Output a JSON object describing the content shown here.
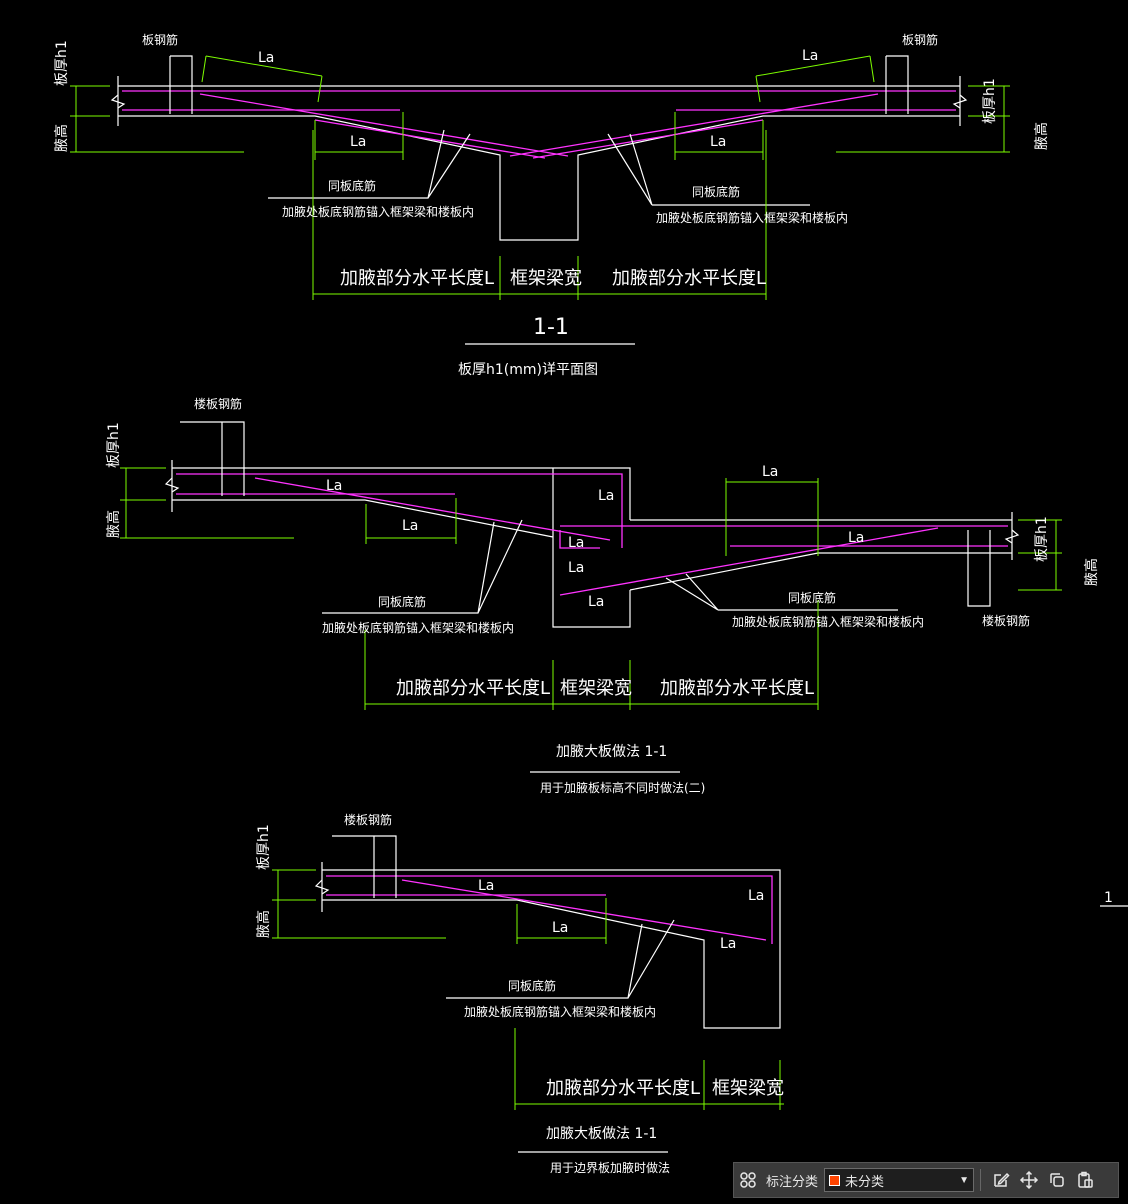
{
  "diagram": {
    "texts": {
      "ban_gangjin": "板钢筋",
      "louban_gangjin": "楼板钢筋",
      "la": "La",
      "banhou_h1": "板厚h1",
      "yegao": "腋高",
      "tong_bandijin": "同板底筋",
      "maoru": "加腋处板底钢筋锚入框架梁和楼板内",
      "jiaye_L": "加腋部分水平长度L",
      "kuangjia_liangkuan": "框架梁宽"
    },
    "section1": {
      "title": "1-1",
      "subtitle": "板厚h1(mm)详平面图"
    },
    "section2": {
      "title": "加腋大板做法 1-1",
      "subtitle": "用于加腋板标高不同时做法(二)"
    },
    "section3": {
      "title": "加腋大板做法 1-1",
      "subtitle": "用于边界板加腋时做法"
    },
    "edge_mark": "1"
  },
  "toolbar": {
    "label": "标注分类",
    "selected": "未分类",
    "swatch_color": "#ff4400"
  },
  "colors": {
    "concrete": "#ffffff",
    "dimension": "#7CFC00",
    "rebar": "#ff33ff",
    "background": "#000000"
  }
}
